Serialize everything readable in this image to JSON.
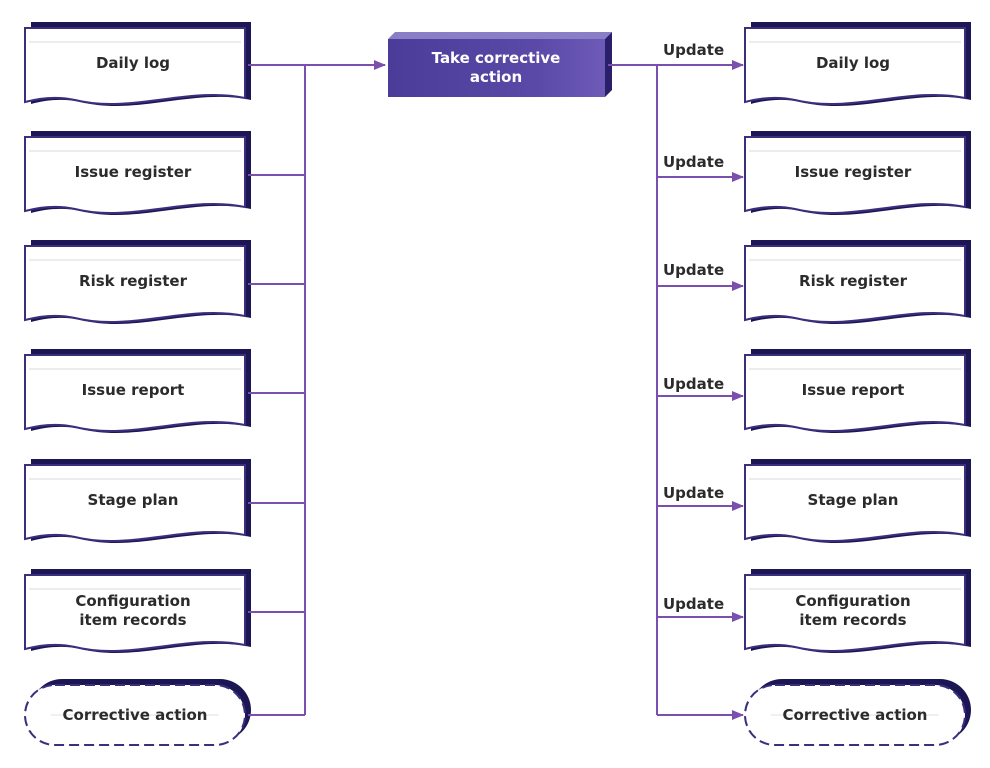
{
  "process": {
    "label_line1": "Take corrective",
    "label_line2": "action"
  },
  "inputs": [
    {
      "line1": "Daily log",
      "line2": ""
    },
    {
      "line1": "Issue register",
      "line2": ""
    },
    {
      "line1": "Risk register",
      "line2": ""
    },
    {
      "line1": "Issue report",
      "line2": ""
    },
    {
      "line1": "Stage plan",
      "line2": ""
    },
    {
      "line1": "Configuration",
      "line2": "item records"
    }
  ],
  "input_oval": {
    "label": "Corrective action"
  },
  "outputs": [
    {
      "line1": "Daily log",
      "line2": ""
    },
    {
      "line1": "Issue register",
      "line2": ""
    },
    {
      "line1": "Risk register",
      "line2": ""
    },
    {
      "line1": "Issue report",
      "line2": ""
    },
    {
      "line1": "Stage plan",
      "line2": ""
    },
    {
      "line1": "Configuration",
      "line2": "item records"
    }
  ],
  "output_oval": {
    "label": "Corrective action"
  },
  "update_labels": [
    "Update",
    "Update",
    "Update",
    "Update",
    "Update",
    "Update"
  ],
  "colors": {
    "accent": "#6a3d9a",
    "shape_border": "#3a2f7d",
    "shadow": "#1c1655",
    "process_fill": "#4b3d98",
    "connector": "#7b4fae"
  }
}
